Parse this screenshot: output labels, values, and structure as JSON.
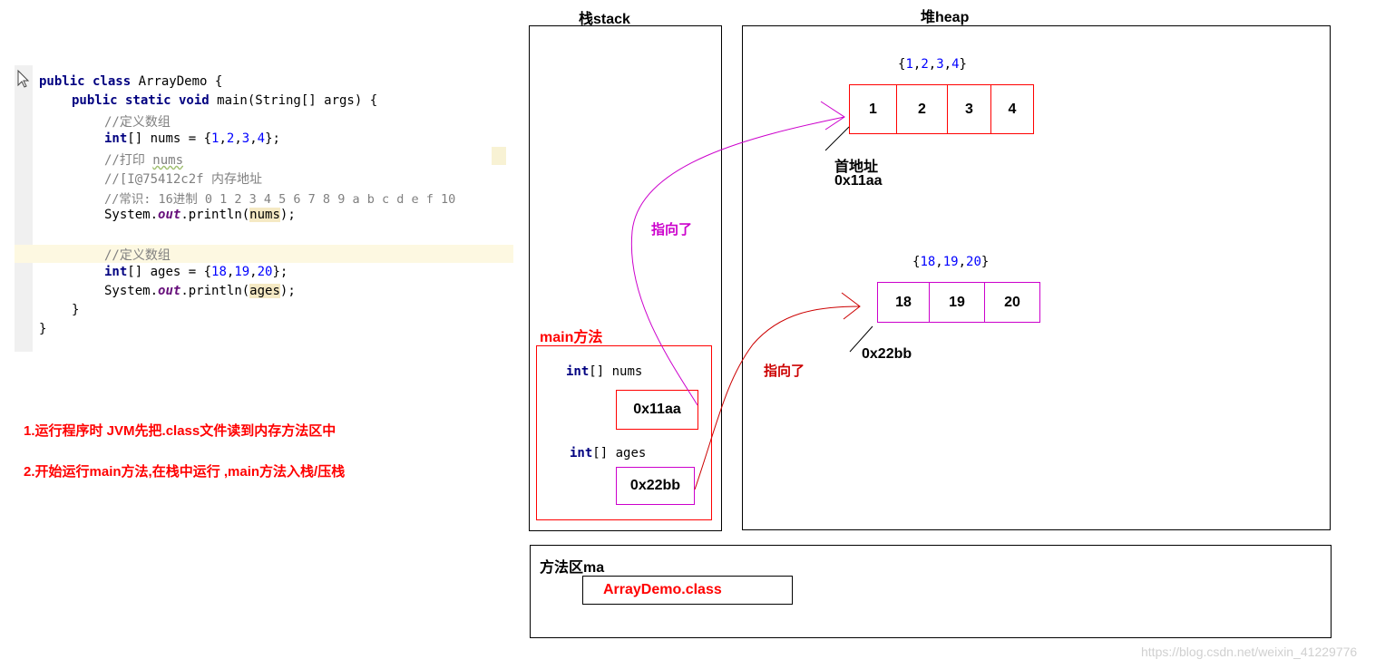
{
  "code": {
    "line1": {
      "kw": "public class",
      "rest": " ArrayDemo {"
    },
    "line2": {
      "kw": "public static void",
      "rest": " main(String[] args) {"
    },
    "line3": "//定义数组",
    "line4": {
      "kw": "int",
      "a": "[] nums = {",
      "nums": [
        "1",
        "2",
        "3",
        "4"
      ],
      "b": "};"
    },
    "line5": {
      "a": "//打印 ",
      "b": "nums"
    },
    "line6": "//[I@75412c2f 内存地址",
    "line7": "//常识: 16进制 0 1 2 3 4 5 6 7 8 9 a b c d e f 10",
    "line8": {
      "a": "System.",
      "out": "out",
      "b": ".println(",
      "arg": "nums",
      "c": ");"
    },
    "line10": "//定义数组",
    "line11": {
      "kw": "int",
      "a": "[] ages = {",
      "nums": [
        "18",
        "19",
        "20"
      ],
      "b": "};"
    },
    "line12": {
      "a": "System.",
      "out": "out",
      "b": ".println(",
      "arg": "ages",
      "c": ");"
    },
    "line13": "}",
    "line14": "}"
  },
  "notes": {
    "step1": "1.运行程序时 JVM先把.class文件读到内存方法区中",
    "step2": "2.开始运行main方法,在栈中运行 ,main方法入栈/压栈"
  },
  "stack": {
    "title": "栈stack",
    "frame_title": "main方法",
    "var1": {
      "type": "int",
      "rest": "[] nums",
      "value": "0x11aa"
    },
    "var2": {
      "type": "int",
      "rest": "[] ages",
      "value": "0x22bb"
    }
  },
  "heap": {
    "title": "堆heap",
    "array1": {
      "label_open": "{",
      "items_label": [
        "1",
        "2",
        "3",
        "4"
      ],
      "label_close": "}",
      "cells": [
        "1",
        "2",
        "3",
        "4"
      ],
      "addr_title": "首地址",
      "addr": "0x11aa"
    },
    "array2": {
      "label_open": "{",
      "items_label": [
        "18",
        "19",
        "20"
      ],
      "label_close": "}",
      "cells": [
        "18",
        "19",
        "20"
      ],
      "addr": "0x22bb"
    }
  },
  "arrows": {
    "pointer1": "指向了",
    "pointer2": "指向了"
  },
  "method_area": {
    "title": "方法区ma",
    "class_file": "ArrayDemo.class"
  },
  "watermark": "https://blog.csdn.net/weixin_41229776",
  "colors": {
    "red": "#ff0000",
    "magenta": "#cc00cc",
    "keyword": "#000080",
    "number": "#0000ff"
  }
}
